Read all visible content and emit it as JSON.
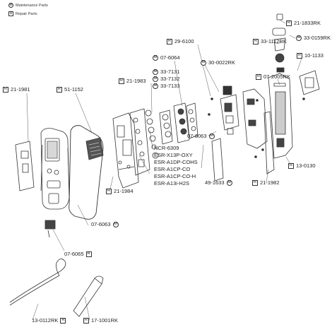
{
  "legend": [
    {
      "badge": "M",
      "shape": "circle",
      "text": "Maintenance Parts"
    },
    {
      "badge": "R",
      "shape": "square",
      "text": "Repair Parts"
    }
  ],
  "labels": {
    "p21_1833rk": {
      "text": "21-1833RK",
      "badge": "R",
      "shape": "square"
    },
    "p33_1112rk": {
      "text": "33-1112RK",
      "badge": "R",
      "shape": "square"
    },
    "p33_0159rk": {
      "text": "33-0159RK",
      "badge": "M",
      "shape": "circle"
    },
    "p29_6100": {
      "text": "29-6100",
      "badge": "R",
      "shape": "square"
    },
    "p07_2005rk": {
      "text": "07-2005RK",
      "badge": "R",
      "shape": "square"
    },
    "p10_1133": {
      "text": "10-1133",
      "badge": "R",
      "shape": "square"
    },
    "p07_6064": {
      "text": "07-6064",
      "badge": "M",
      "shape": "circle"
    },
    "p30_0022rk": {
      "text": "30-0022RK",
      "badge": "M",
      "shape": "circle"
    },
    "p21_1983": {
      "text": "21-1983",
      "badge": "R",
      "shape": "square"
    },
    "p21_1981": {
      "text": "21-1981",
      "badge": "R",
      "shape": "square"
    },
    "p51_1152": {
      "text": "51-1152",
      "badge": "R",
      "shape": "square"
    },
    "p07_6063_top": {
      "text": "07-6063",
      "badge": "M",
      "shape": "circle"
    },
    "p13_0130": {
      "text": "13-0130",
      "badge": "R",
      "shape": "square"
    },
    "p21_1982": {
      "text": "21-1982",
      "badge": "R",
      "shape": "square"
    },
    "p49_1633": {
      "text": "49-1633",
      "badge": "M",
      "shape": "circle"
    },
    "p21_1984": {
      "text": "21-1984",
      "badge": "R",
      "shape": "square"
    },
    "p07_6063_bottom": {
      "text": "07-6063",
      "badge": "M",
      "shape": "circle"
    },
    "p07_6065": {
      "text": "07-6065",
      "badge": "R",
      "shape": "square"
    },
    "p13_0112rk": {
      "text": "13-0112RK",
      "badge": "R",
      "shape": "square"
    },
    "p17_1001rk": {
      "text": "17-1001RK",
      "badge": "R",
      "shape": "square"
    }
  },
  "filter_stack": [
    {
      "text": "33-7131",
      "badge": "M"
    },
    {
      "text": "33-7132",
      "badge": "M"
    },
    {
      "text": "33-7133",
      "badge": "M"
    }
  ],
  "sensor_stack": [
    "NCR-6309",
    "ESR-X13P-OXY",
    "ESR-A1DP-COHS",
    "ESR-A1CP-CO",
    "ESR-A1CP-CO-H",
    "ESR-A13i-H2S"
  ]
}
